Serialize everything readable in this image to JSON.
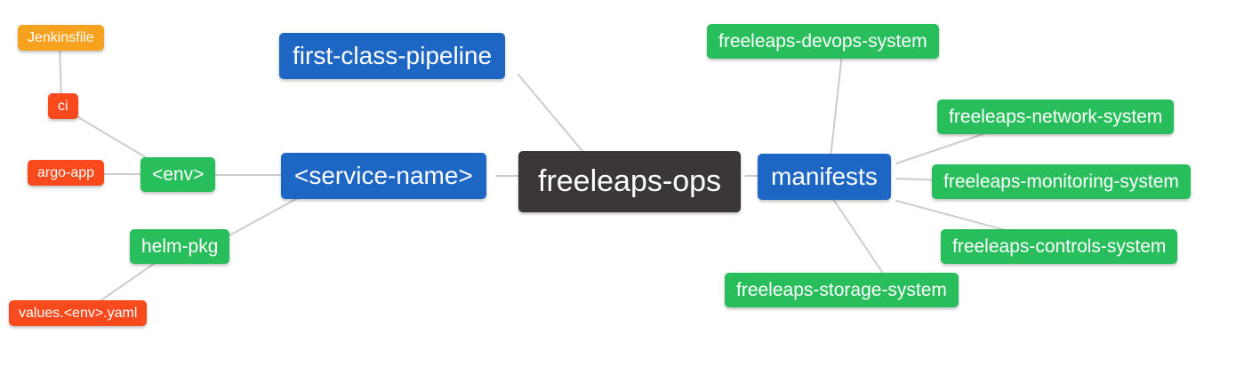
{
  "diagram": {
    "type": "mindmap",
    "palette": {
      "blue": "#1D66C4",
      "green": "#28BE5C",
      "orange": "#F6A21E",
      "red": "#F84A1D",
      "dark": "#3B3736",
      "edge": "#CCCCCC",
      "text": "#FFFFFF",
      "background": "#FFFFFF"
    },
    "nodes": {
      "root": {
        "label": "freeleaps-ops",
        "color": "dark",
        "level": "root"
      },
      "first_class_pipeline": {
        "label": "first-class-pipeline",
        "color": "blue",
        "level": "branch"
      },
      "service_name": {
        "label": "<service-name>",
        "color": "blue",
        "level": "branch"
      },
      "manifests": {
        "label": "manifests",
        "color": "blue",
        "level": "branch"
      },
      "env": {
        "label": "<env>",
        "color": "green",
        "level": "sub"
      },
      "helm_pkg": {
        "label": "helm-pkg",
        "color": "green",
        "level": "sub"
      },
      "ci": {
        "label": "ci",
        "color": "red",
        "level": "leaf"
      },
      "argo_app": {
        "label": "argo-app",
        "color": "red",
        "level": "leaf"
      },
      "jenkinsfile": {
        "label": "Jenkinsfile",
        "color": "orange",
        "level": "leaf"
      },
      "values_env_yaml": {
        "label": "values.<env>.yaml",
        "color": "red",
        "level": "leaf"
      },
      "devops_system": {
        "label": "freeleaps-devops-system",
        "color": "green",
        "level": "sub"
      },
      "network_system": {
        "label": "freeleaps-network-system",
        "color": "green",
        "level": "sub"
      },
      "monitoring_system": {
        "label": "freeleaps-monitoring-system",
        "color": "green",
        "level": "sub"
      },
      "controls_system": {
        "label": "freeleaps-controls-system",
        "color": "green",
        "level": "sub"
      },
      "storage_system": {
        "label": "freeleaps-storage-system",
        "color": "green",
        "level": "sub"
      }
    },
    "edges": [
      [
        "jenkinsfile",
        "ci"
      ],
      [
        "ci",
        "env"
      ],
      [
        "argo_app",
        "env"
      ],
      [
        "env",
        "service_name"
      ],
      [
        "helm_pkg",
        "service_name"
      ],
      [
        "values_env_yaml",
        "helm_pkg"
      ],
      [
        "service_name",
        "root"
      ],
      [
        "first_class_pipeline",
        "root"
      ],
      [
        "root",
        "manifests"
      ],
      [
        "manifests",
        "devops_system"
      ],
      [
        "manifests",
        "network_system"
      ],
      [
        "manifests",
        "monitoring_system"
      ],
      [
        "manifests",
        "controls_system"
      ],
      [
        "manifests",
        "storage_system"
      ]
    ]
  }
}
